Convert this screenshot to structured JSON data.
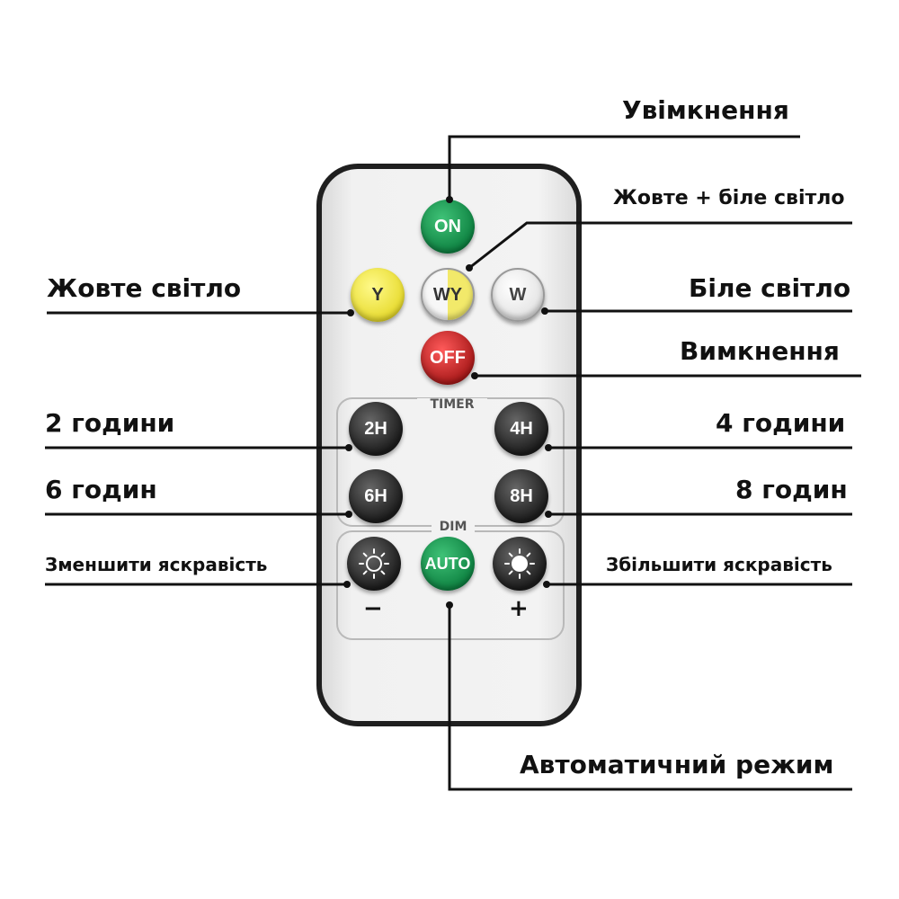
{
  "remote": {
    "buttons": {
      "on": "ON",
      "yellow": "Y",
      "white_yellow": "WY",
      "white": "W",
      "off": "OFF",
      "timer_2h": "2H",
      "timer_4h": "4H",
      "timer_6h": "6H",
      "timer_8h": "8H",
      "auto": "AUTO"
    },
    "timer_group_title": "TIMER",
    "dim_group_title": "DIM",
    "minus_sign": "−",
    "plus_sign": "+"
  },
  "callouts": {
    "power_on": "Увімкнення",
    "yellow_white_light": "Жовте + біле світло",
    "yellow_light": "Жовте світло",
    "white_light": "Біле світло",
    "power_off": "Вимкнення",
    "two_hours": "2 години",
    "four_hours": "4 години",
    "six_hours": "6 годин",
    "eight_hours": "8 годин",
    "decrease_brightness": "Зменшити яскравість",
    "increase_brightness": "Збільшити яскравість",
    "auto_mode": "Автоматичний режим"
  },
  "colors": {
    "on_button": "#0c7f3f",
    "yellow_button": "#e6d92a",
    "off_button": "#a51717",
    "dark_button": "#1c1c1c",
    "remote_body": "#f2f2f2"
  }
}
